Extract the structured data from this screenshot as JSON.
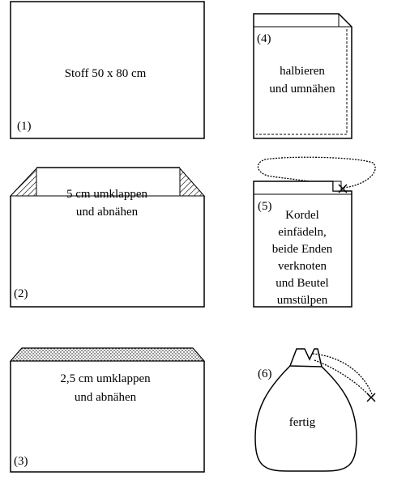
{
  "steps": [
    {
      "number": "(1)",
      "lines": [
        "Stoff 50 x 80 cm"
      ]
    },
    {
      "number": "(2)",
      "lines": [
        "5 cm umklappen",
        "und abnähen"
      ]
    },
    {
      "number": "(3)",
      "lines": [
        "2,5 cm umklappen",
        "und abnähen"
      ]
    },
    {
      "number": "(4)",
      "lines": [
        "halbieren",
        "und umnähen"
      ]
    },
    {
      "number": "(5)",
      "lines": [
        "Kordel",
        "einfädeln,",
        "beide Enden",
        "verknoten",
        "und Beutel",
        "umstülpen"
      ]
    },
    {
      "number": "(6)",
      "lines": [
        "fertig"
      ]
    }
  ]
}
